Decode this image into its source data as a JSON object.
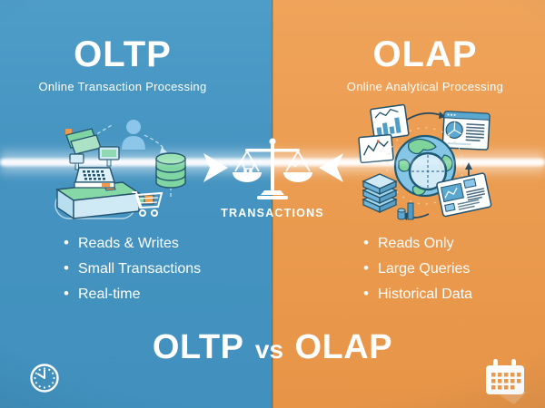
{
  "left_panel": {
    "title": "OLTP",
    "subtitle": "Online Transaction Processing",
    "bullets": [
      "Reads & Writes",
      "Small Transactions",
      "Real-time"
    ],
    "bg_color": "#4493c0",
    "illustration": "cash-register-pos-scene"
  },
  "right_panel": {
    "title": "OLAP",
    "subtitle": "Online Analytical Processing",
    "bullets": [
      "Reads Only",
      "Large Queries",
      "Historical Data"
    ],
    "bg_color": "#eb9c50",
    "illustration": "analytics-globe-scene"
  },
  "center": {
    "label": "TRANSACTIONS",
    "icon": "balance-scale-icon"
  },
  "footer": {
    "title_word1": "OLTP",
    "title_word2": "vs",
    "title_word3": "OLAP",
    "left_icon": "clock-icon",
    "right_icon": "calendar-icon"
  },
  "colors": {
    "oltp_blue": "#4493c0",
    "olap_orange": "#eb9c50",
    "text": "#ffffff",
    "outline_navy": "#24546e",
    "green": "#7fd6a2",
    "light_blue": "#cfe9f5",
    "accent_orange": "#f0984c"
  }
}
